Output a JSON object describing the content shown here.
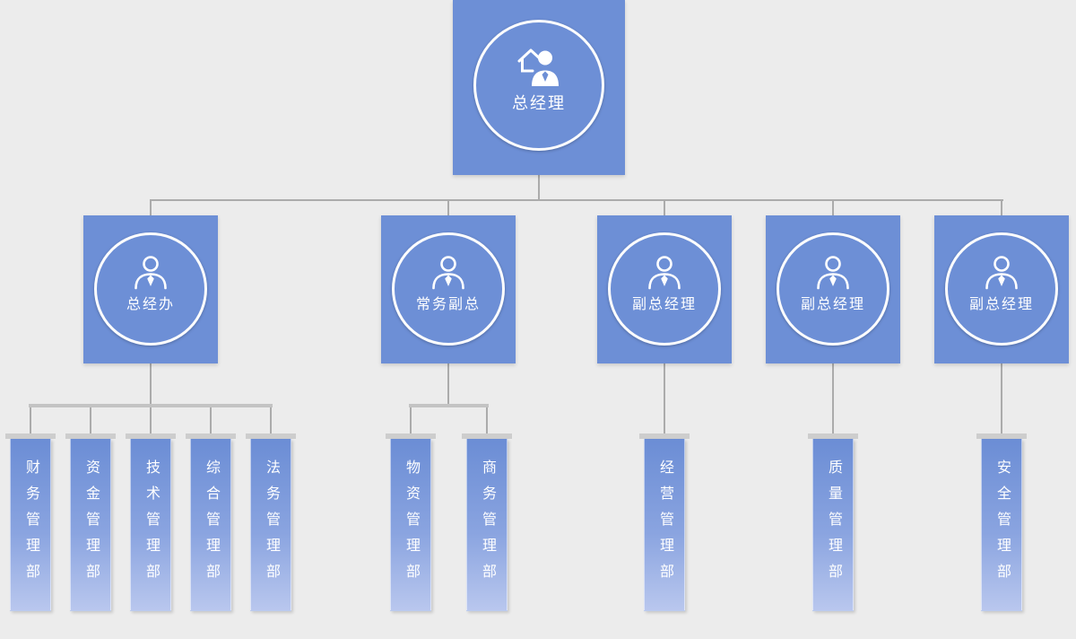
{
  "diagram_type": "org-chart",
  "background_color": "#ececec",
  "colors": {
    "node_fill": "#6d8fd6",
    "node_fill_gradient_bottom": "#b9c7ee",
    "connector_line": "#ababab",
    "connector_bar": "#c3c3c3",
    "connector_cap": "#cdcdcd",
    "circle_ring": "#fdfdfd",
    "label_text": "#ffffff"
  },
  "org": {
    "root": {
      "label": "总经理",
      "icon": "manager-house-icon"
    },
    "managers": [
      {
        "label": "总经办",
        "icon": "person-icon",
        "departments": [
          "财务管理部",
          "资金管理部",
          "技术管理部",
          "综合管理部",
          "法务管理部"
        ]
      },
      {
        "label": "常务副总",
        "icon": "person-icon",
        "departments": [
          "物资管理部",
          "商务管理部"
        ]
      },
      {
        "label": "副总经理",
        "icon": "person-icon",
        "departments": [
          "经营管理部"
        ]
      },
      {
        "label": "副总经理",
        "icon": "person-icon",
        "departments": [
          "质量管理部"
        ]
      },
      {
        "label": "副总经理",
        "icon": "person-icon",
        "departments": [
          "安全管理部"
        ]
      }
    ]
  }
}
